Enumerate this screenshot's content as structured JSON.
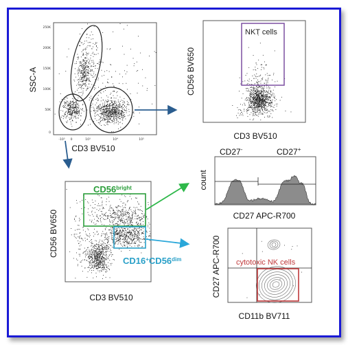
{
  "colors": {
    "frame_border": "#1a1ad6",
    "arrow": "#2a5d8f",
    "arrow_green": "#2eb84a",
    "arrow_cyan": "#2aa7d9",
    "nkt_gate": "#7b4fa0",
    "cd56bright_gate": "#2a9d3a",
    "cd16_gate": "#2aa0c8",
    "cytotoxic_gate": "#c0393b",
    "histogram_fill": "#8c8c8c",
    "dots": "#1a1a1a"
  },
  "plots": {
    "p1": {
      "ylabel": "SSC-A",
      "xlabel": "CD3 BV510",
      "yticks": [
        "250K",
        "200K",
        "150K",
        "100K",
        "50K",
        "0"
      ],
      "xticks": [
        "-10³",
        "0",
        "10³",
        "10⁴",
        "10⁵"
      ]
    },
    "p2": {
      "ylabel": "CD56 BV650",
      "xlabel": "CD3 BV510",
      "gate": "NKT cells"
    },
    "p3": {
      "ylabel": "CD56 BV650",
      "xlabel": "CD3 BV510",
      "gate_bright": "CD56",
      "gate_bright_sup": "bright",
      "gate_dim_a": "CD16",
      "gate_dim_a_sup": "+",
      "gate_dim_b": "CD56",
      "gate_dim_b_sup": "dim"
    },
    "p4": {
      "ylabel": "count",
      "xlabel": "CD27 APC-R700",
      "neg": "CD27",
      "neg_sup": "-",
      "pos": "CD27",
      "pos_sup": "+"
    },
    "p5": {
      "ylabel": "CD27 APC-R700",
      "xlabel": "CD11b BV711",
      "gate": "cytotoxic NK cells"
    }
  }
}
